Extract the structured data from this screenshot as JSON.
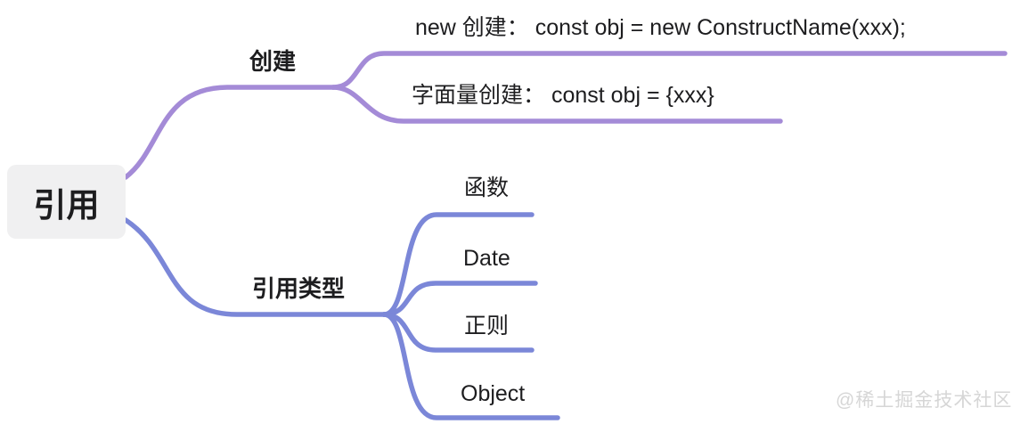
{
  "diagram": {
    "type": "mindmap",
    "root": {
      "label": "引用"
    },
    "branches": [
      {
        "label": "创建",
        "color": "#a48bd7",
        "children": [
          {
            "label": "new 创建： const obj = new ConstructName(xxx);"
          },
          {
            "label": "字面量创建： const obj = {xxx}"
          }
        ]
      },
      {
        "label": "引用类型",
        "color": "#7b87d8",
        "children": [
          {
            "label": "函数"
          },
          {
            "label": "Date"
          },
          {
            "label": "正则"
          },
          {
            "label": "Object"
          }
        ]
      }
    ]
  },
  "colors": {
    "background": "#ffffff",
    "root_node_bg": "#f0f0f1",
    "text": "#1d1d1f",
    "branch_create": "#a48bd7",
    "branch_reference_types": "#7b87d8",
    "watermark": "#d6d6d6"
  },
  "watermark": {
    "label": "@稀土掘金技术社区"
  }
}
